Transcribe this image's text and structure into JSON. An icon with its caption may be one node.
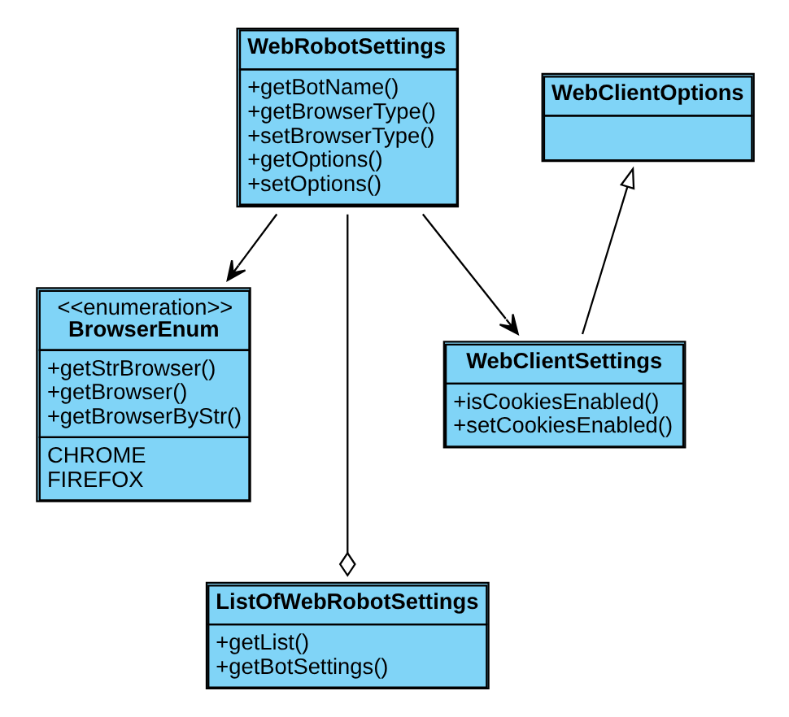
{
  "diagram": {
    "nodes": [
      {
        "text": [
          "WebRobotSettings",
          "+getBotName()",
          "+getBrowserType()",
          "+setBrowserType()",
          "+getOptions()",
          "+setOptions()"
        ]
      },
      {
        "text": [
          "WebClientOptions"
        ]
      },
      {
        "text": [
          "WebClientSettings",
          "+isCookiesEnabled()",
          "+setCookiesEnabled()"
        ]
      },
      {
        "text": [
          "<<enumeration>>",
          "BrowserEnum",
          "+getStrBrowser()",
          "+getBrowser()",
          "+getBrowserByStr()",
          "CHROME",
          "FIREFOX"
        ]
      },
      {
        "text": [
          "ListOfWebRobotSettings",
          "+getList()",
          "+getBotSettings()"
        ]
      }
    ],
    "edges": [
      {
        "from": 0,
        "to": 2,
        "arrow": "to"
      },
      {
        "from": 2,
        "to": 1,
        "arrow": "to"
      },
      {
        "from": 0,
        "to": 3,
        "arrow": "to"
      },
      {
        "from": 0,
        "to": 4,
        "arrow": "other"
      }
    ]
  }
}
